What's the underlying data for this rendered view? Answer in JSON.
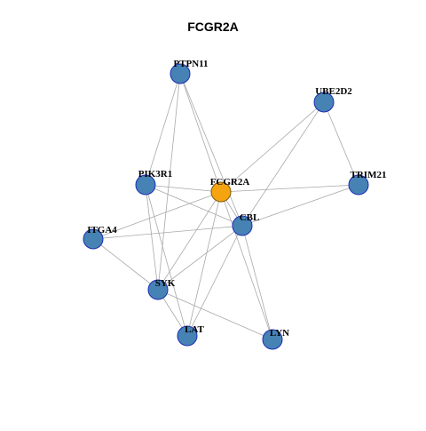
{
  "title": "FCGR2A",
  "colors": {
    "center_node": "#F5A30F",
    "center_stroke": "#7A5A10",
    "node_fill": "#4682B4",
    "node_stroke": "#1C2DB5",
    "edge": "#A9A9A9"
  },
  "nodes": [
    {
      "id": "PTPN11",
      "label": "PTPN11",
      "center": false
    },
    {
      "id": "UBE2D2",
      "label": "UBE2D2",
      "center": false
    },
    {
      "id": "PIK3R1",
      "label": "PIK3R1",
      "center": false
    },
    {
      "id": "FCGR2A",
      "label": "FCGR2A",
      "center": true
    },
    {
      "id": "TRIM21",
      "label": "TRIM21",
      "center": false
    },
    {
      "id": "CBL",
      "label": "CBL",
      "center": false
    },
    {
      "id": "ITGA4",
      "label": "ITGA4",
      "center": false
    },
    {
      "id": "SYK",
      "label": "SYK",
      "center": false
    },
    {
      "id": "LAT",
      "label": "LAT",
      "center": false
    },
    {
      "id": "LYN",
      "label": "LYN",
      "center": false
    }
  ],
  "edges": [
    [
      "PTPN11",
      "PIK3R1"
    ],
    [
      "PTPN11",
      "FCGR2A"
    ],
    [
      "PTPN11",
      "CBL"
    ],
    [
      "PTPN11",
      "SYK"
    ],
    [
      "UBE2D2",
      "FCGR2A"
    ],
    [
      "UBE2D2",
      "CBL"
    ],
    [
      "UBE2D2",
      "TRIM21"
    ],
    [
      "PIK3R1",
      "FCGR2A"
    ],
    [
      "PIK3R1",
      "CBL"
    ],
    [
      "PIK3R1",
      "SYK"
    ],
    [
      "PIK3R1",
      "LAT"
    ],
    [
      "FCGR2A",
      "TRIM21"
    ],
    [
      "FCGR2A",
      "ITGA4"
    ],
    [
      "FCGR2A",
      "CBL"
    ],
    [
      "FCGR2A",
      "SYK"
    ],
    [
      "FCGR2A",
      "LAT"
    ],
    [
      "FCGR2A",
      "LYN"
    ],
    [
      "TRIM21",
      "CBL"
    ],
    [
      "ITGA4",
      "CBL"
    ],
    [
      "ITGA4",
      "SYK"
    ],
    [
      "CBL",
      "SYK"
    ],
    [
      "CBL",
      "LAT"
    ],
    [
      "CBL",
      "LYN"
    ],
    [
      "SYK",
      "LAT"
    ],
    [
      "SYK",
      "LYN"
    ]
  ]
}
